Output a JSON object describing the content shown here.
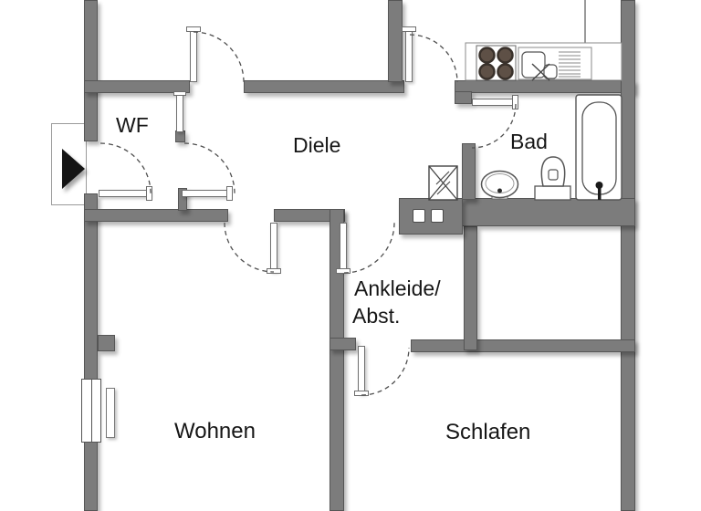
{
  "floorplan": {
    "type": "apartment-floor-plan",
    "rooms": {
      "wf": "WF",
      "diele": "Diele",
      "bad": "Bad",
      "ankleide_line1": "Ankleide/",
      "ankleide_line2": "Abst.",
      "wohnen": "Wohnen",
      "schlafen": "Schlafen"
    },
    "fixtures": [
      "entrance-arrow",
      "stove-4-burners",
      "kitchen-sink-with-drainboard",
      "washing-machine",
      "washbasin",
      "toilet",
      "bathtub",
      "window",
      "shaft-ducts",
      "door-swing-arcs"
    ],
    "colors": {
      "wall": "#7c7c7c",
      "wall_edge": "#565656",
      "line": "#4f4f4f",
      "text": "#161616",
      "burner_fill": "#5e5046",
      "burner_ring": "#39312b",
      "arrow": "#141414",
      "background": "#ffffff"
    }
  }
}
